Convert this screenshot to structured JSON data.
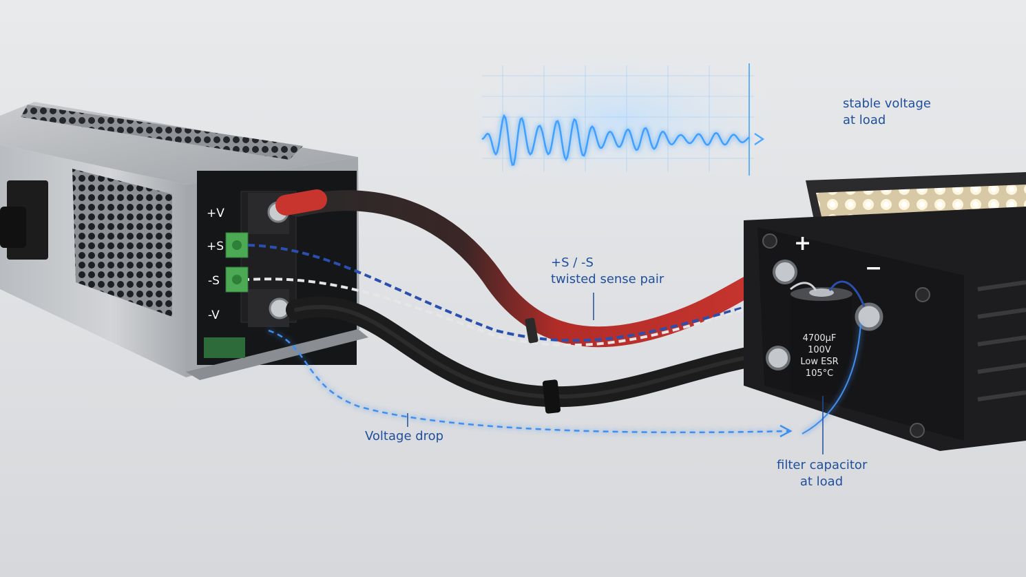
{
  "power_supply": {
    "terminals": {
      "plus_v": "+V",
      "plus_s": "+S",
      "minus_s": "-S",
      "minus_v": "-V"
    }
  },
  "load": {
    "plus_sign": "+",
    "minus_sign": "−"
  },
  "capacitor": {
    "line1": "4700µF",
    "line2": "100V",
    "line3": "Low ESR",
    "line4": "105°C"
  },
  "annotations": {
    "stable_voltage_line1": "stable voltage",
    "stable_voltage_line2": "at load",
    "sense_pair_line1": "+S / -S",
    "sense_pair_line2": "twisted sense pair",
    "voltage_drop": "Voltage drop",
    "filter_cap_line1": "filter capacitor",
    "filter_cap_line2": "at load"
  },
  "colors": {
    "annotation_blue": "#1f4f9c",
    "glow_blue": "#3fa0ff",
    "positive_cable": "#c0322e",
    "negative_cable": "#2a2a2a",
    "sense_wire": "#2a4fae"
  }
}
